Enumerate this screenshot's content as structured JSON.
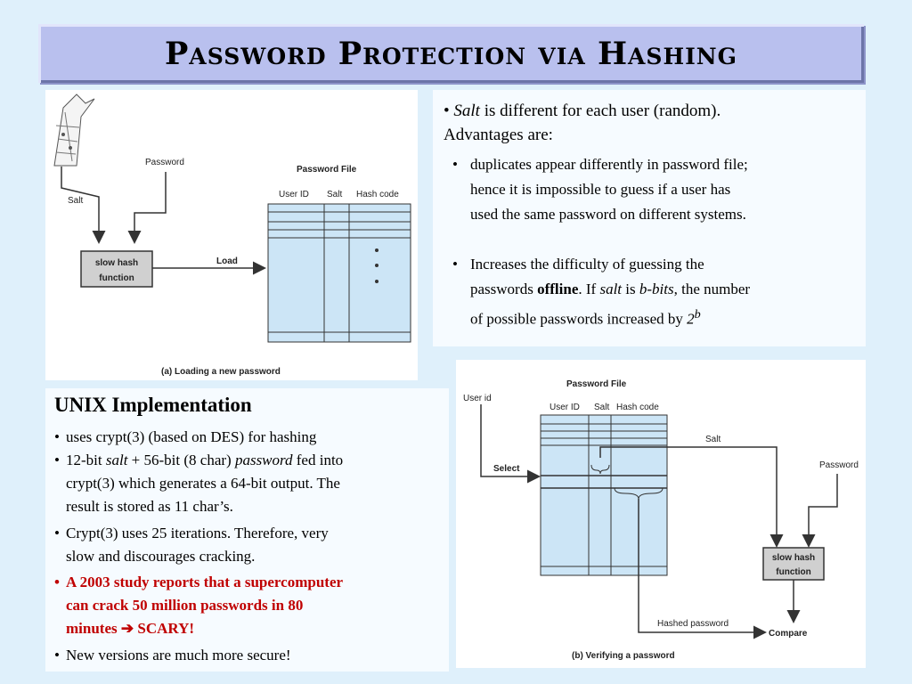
{
  "title": "Password Protection via Hashing",
  "colors": {
    "background": "#dff0fb",
    "title_bar": "#b9c0ee",
    "table_fill": "#cce5f6",
    "highlight_red": "#c00000"
  },
  "diagram_a": {
    "password_label": "Password",
    "salt_label": "Salt",
    "hash_box_line1": "slow hash",
    "hash_box_line2": "function",
    "load_label": "Load",
    "file_title": "Password File",
    "col_user": "User ID",
    "col_salt": "Salt",
    "col_hash": "Hash code",
    "caption": "(a) Loading a new password"
  },
  "diagram_b": {
    "file_title": "Password File",
    "userid_label": "User id",
    "col_user": "User ID",
    "col_salt": "Salt",
    "col_hash": "Hash code",
    "select_label": "Select",
    "salt_label": "Salt",
    "password_label": "Password",
    "hash_box_line1": "slow hash",
    "hash_box_line2": "function",
    "hashed_password_label": "Hashed password",
    "compare_label": "Compare",
    "caption": "(b) Verifying a password"
  },
  "salt_panel": {
    "intro_bullet": "•",
    "intro_salt": "Salt",
    "intro_rest": " is different for each user (random).",
    "intro_line2": "Advantages are:",
    "b1_line1": "duplicates appear differently in password file;",
    "b1_line2": "hence it is impossible to guess if a user has",
    "b1_line3": "used the same password on different systems.",
    "b2_line1": "Increases the difficulty of guessing the",
    "b2_l2_a": "passwords ",
    "b2_l2_b": "offline",
    "b2_l2_c": ".  If ",
    "b2_l2_d": "salt",
    "b2_l2_e": " is ",
    "b2_l2_f": "b-bits",
    "b2_l2_g": ", the number",
    "b2_l3_a": "of possible passwords increased by ",
    "b2_l3_b": "2",
    "b2_l3_c": "b"
  },
  "unix_panel": {
    "heading": "UNIX Implementation",
    "i1": "uses crypt(3) (based on DES) for hashing",
    "i2_a": "12-bit ",
    "i2_b": "salt",
    "i2_c": " + 56-bit (8 char) ",
    "i2_d": "password",
    "i2_e": " fed into",
    "i2_l2": "crypt(3) which generates a 64-bit output. The",
    "i2_l3": "result is stored as 11 char’s.",
    "i3_l1": "Crypt(3) uses 25 iterations. Therefore, very",
    "i3_l2": "slow and discourages cracking.",
    "i4_l1": "A 2003 study reports that a supercomputer",
    "i4_l2": "can crack 50 million passwords in 80",
    "i4_l3_a": "minutes ",
    "i4_arrow": "➔",
    "i4_l3_b": " SCARY!",
    "i5": "New versions are much more secure!"
  }
}
